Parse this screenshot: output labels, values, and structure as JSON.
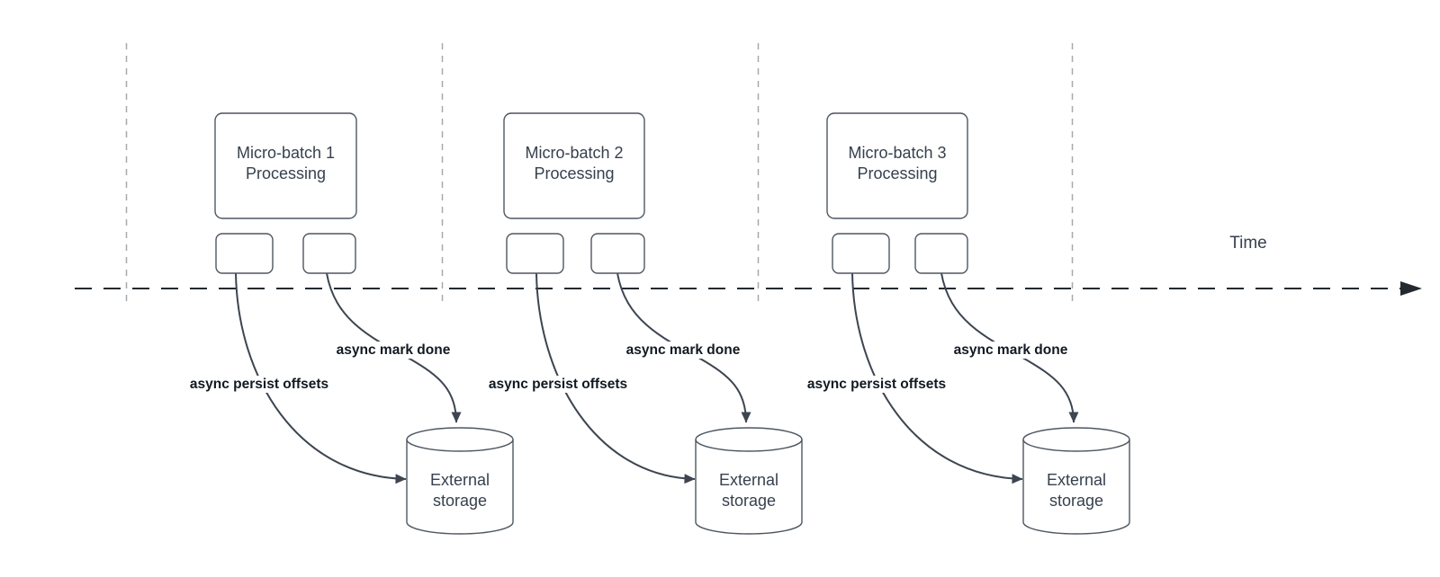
{
  "diagram": {
    "time_axis": {
      "label": "Time"
    },
    "groups": [
      {
        "id": "micro-batch-1",
        "box_line1": "Micro-batch 1",
        "box_line2": "Processing",
        "persist_arrow_label": "async persist offsets",
        "mark_done_arrow_label": "async mark done",
        "storage_line1": "External",
        "storage_line2": "storage"
      },
      {
        "id": "micro-batch-2",
        "box_line1": "Micro-batch 2",
        "box_line2": "Processing",
        "persist_arrow_label": "async persist offsets",
        "mark_done_arrow_label": "async mark done",
        "storage_line1": "External",
        "storage_line2": "storage"
      },
      {
        "id": "micro-batch-3",
        "box_line1": "Micro-batch 3",
        "box_line2": "Processing",
        "persist_arrow_label": "async persist offsets",
        "mark_done_arrow_label": "async mark done",
        "storage_line1": "External",
        "storage_line2": "storage"
      }
    ],
    "colors": {
      "background": "#ffffff",
      "shape_stroke": "#4e5761",
      "arrow_stroke": "#3c4550",
      "time_axis_stroke": "#23292f",
      "guide_line_stroke": "#a5a9ad",
      "shape_text": "#36414e",
      "bold_label_text": "#111922"
    }
  }
}
